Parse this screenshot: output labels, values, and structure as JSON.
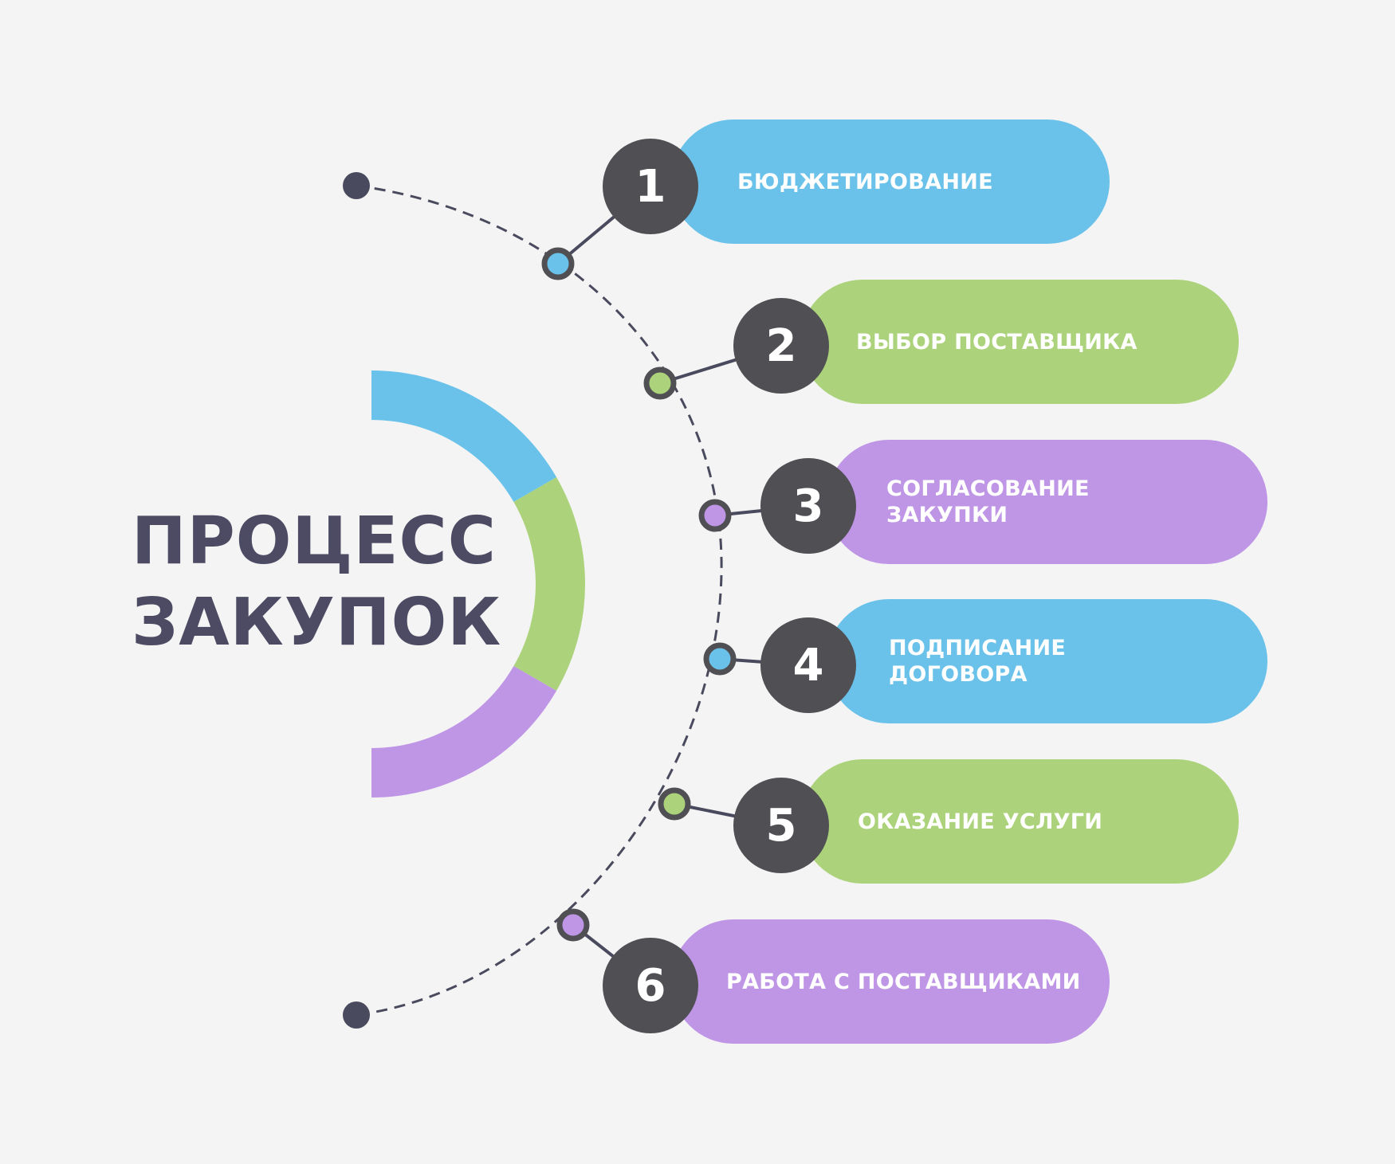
{
  "title": {
    "line1": "ПРОЦЕСС",
    "line2": "ЗАКУПОК"
  },
  "colors": {
    "background": "#f4f4f4",
    "blue": "#6ac2ea",
    "green": "#acd37b",
    "purple": "#bf96e6",
    "dark": "#505054",
    "title_text": "#4c4b63",
    "connector": "#4a4a5e"
  },
  "arc_segments": [
    {
      "color": "blue"
    },
    {
      "color": "green"
    },
    {
      "color": "purple"
    }
  ],
  "steps": [
    {
      "number": "1",
      "label": "БЮДЖЕТИРОВАНИЕ",
      "color": "blue"
    },
    {
      "number": "2",
      "label": "ВЫБОР ПОСТАВЩИКА",
      "color": "green"
    },
    {
      "number": "3",
      "label": "СОГЛАСОВАНИЕ\nЗАКУПКИ",
      "color": "purple"
    },
    {
      "number": "4",
      "label": "ПОДПИСАНИЕ\nДОГОВОРА",
      "color": "blue"
    },
    {
      "number": "5",
      "label": "ОКАЗАНИЕ УСЛУГИ",
      "color": "green"
    },
    {
      "number": "6",
      "label": "РАБОТА С ПОСТАВЩИКАМИ",
      "color": "purple"
    }
  ]
}
